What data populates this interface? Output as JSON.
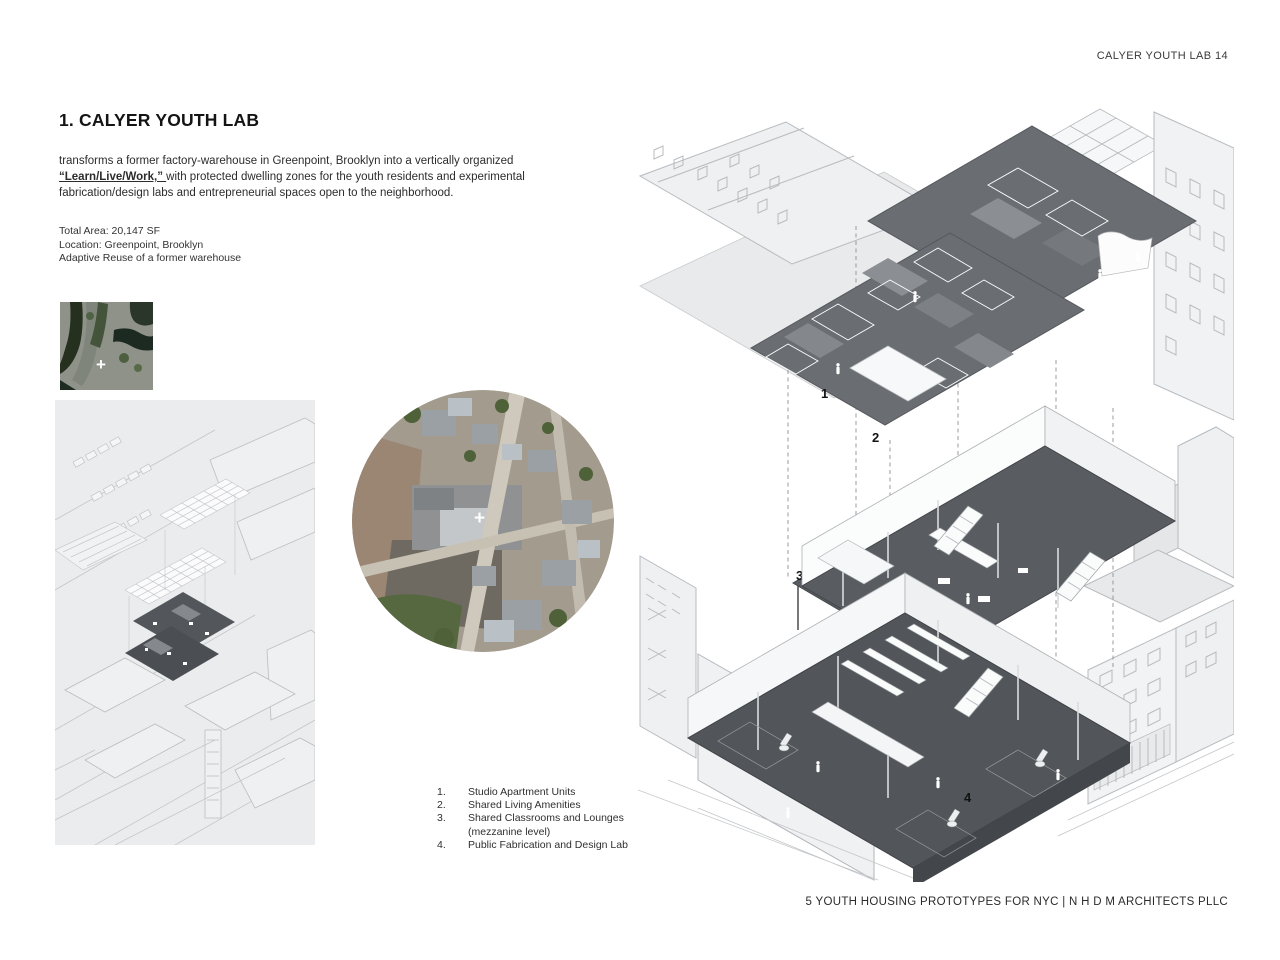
{
  "page": {
    "header": "CALYER YOUTH LAB 14",
    "footer": "5 YOUTH HOUSING PROTOTYPES FOR NYC | N H D M ARCHITECTS PLLC"
  },
  "project": {
    "title": "1. CALYER YOUTH LAB",
    "description": {
      "before": "transforms a former factory-warehouse in Greenpoint, Brooklyn into a vertically organized ",
      "emphasis": "“Learn/Live/Work,” ",
      "after": "with protected dwelling zones for the youth residents and experimental fabrication/design labs and entrepreneurial spaces open to the neighborhood."
    },
    "details": [
      "Total Area: 20,147 SF",
      "Location: Greenpoint, Brooklyn",
      "Adaptive Reuse of a former warehouse"
    ]
  },
  "legend": {
    "items": [
      {
        "num": "1.",
        "line1": "Studio Apartment Units",
        "line2": ""
      },
      {
        "num": "2.",
        "line1": "Shared Living Amenities",
        "line2": ""
      },
      {
        "num": "3.",
        "line1": "Shared Classrooms and Lounges",
        "line2": "(mezzanine level)"
      },
      {
        "num": "4.",
        "line1": "Public Fabrication and Design Lab",
        "line2": ""
      }
    ]
  },
  "drawing": {
    "plus": "+",
    "labels": {
      "n1": "1",
      "n2": "2",
      "n3": "3",
      "n4": "4"
    },
    "colors": {
      "roof_plate": "#6a6d71",
      "mid_plate": "#595c60",
      "ground_plate": "#525559",
      "context_line": "#b7bbbf",
      "context_fill": "#eef0f1"
    }
  }
}
